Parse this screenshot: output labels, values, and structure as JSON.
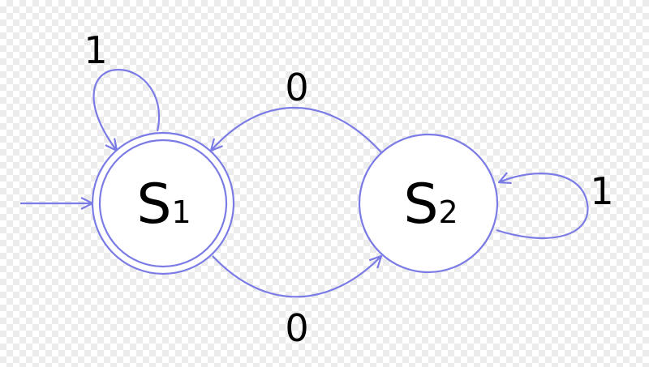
{
  "colors": {
    "stroke": "#7b7be6"
  },
  "states": [
    {
      "id": "S1",
      "letter": "S",
      "sub": "1",
      "accepting": true,
      "initial": true
    },
    {
      "id": "S2",
      "letter": "S",
      "sub": "2",
      "accepting": false,
      "initial": false
    }
  ],
  "transitions": [
    {
      "from": "S1",
      "to": "S1",
      "label": "1"
    },
    {
      "from": "S2",
      "to": "S1",
      "label": "0"
    },
    {
      "from": "S1",
      "to": "S2",
      "label": "0"
    },
    {
      "from": "S2",
      "to": "S2",
      "label": "1"
    }
  ]
}
